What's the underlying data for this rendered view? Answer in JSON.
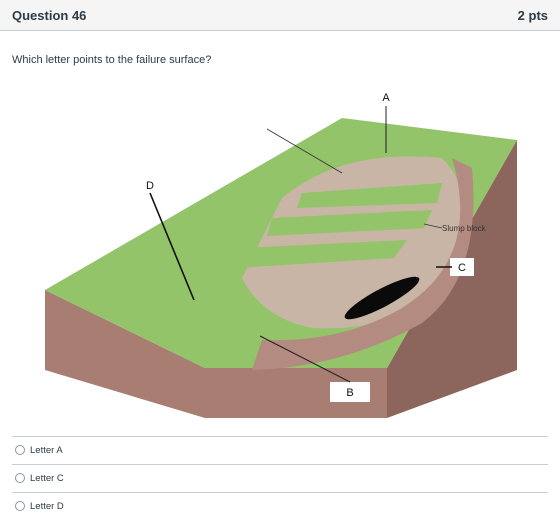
{
  "question": {
    "title": "Question 46",
    "points": "2 pts",
    "prompt": "Which letter points to the failure surface?"
  },
  "figure": {
    "labels": {
      "a": "A",
      "b": "B",
      "c": "C",
      "d": "D",
      "slump_block": "Slump block"
    },
    "colors": {
      "grass": "#93c46a",
      "grass_dark": "#6e9b4a",
      "soil": "#a87e73",
      "soil_dark": "#8c665c",
      "scarp": "#c9b5a6",
      "shadow": "#0a0a0a"
    }
  },
  "answers": [
    {
      "label": "Letter A"
    },
    {
      "label": "Letter C"
    },
    {
      "label": "Letter D"
    }
  ]
}
